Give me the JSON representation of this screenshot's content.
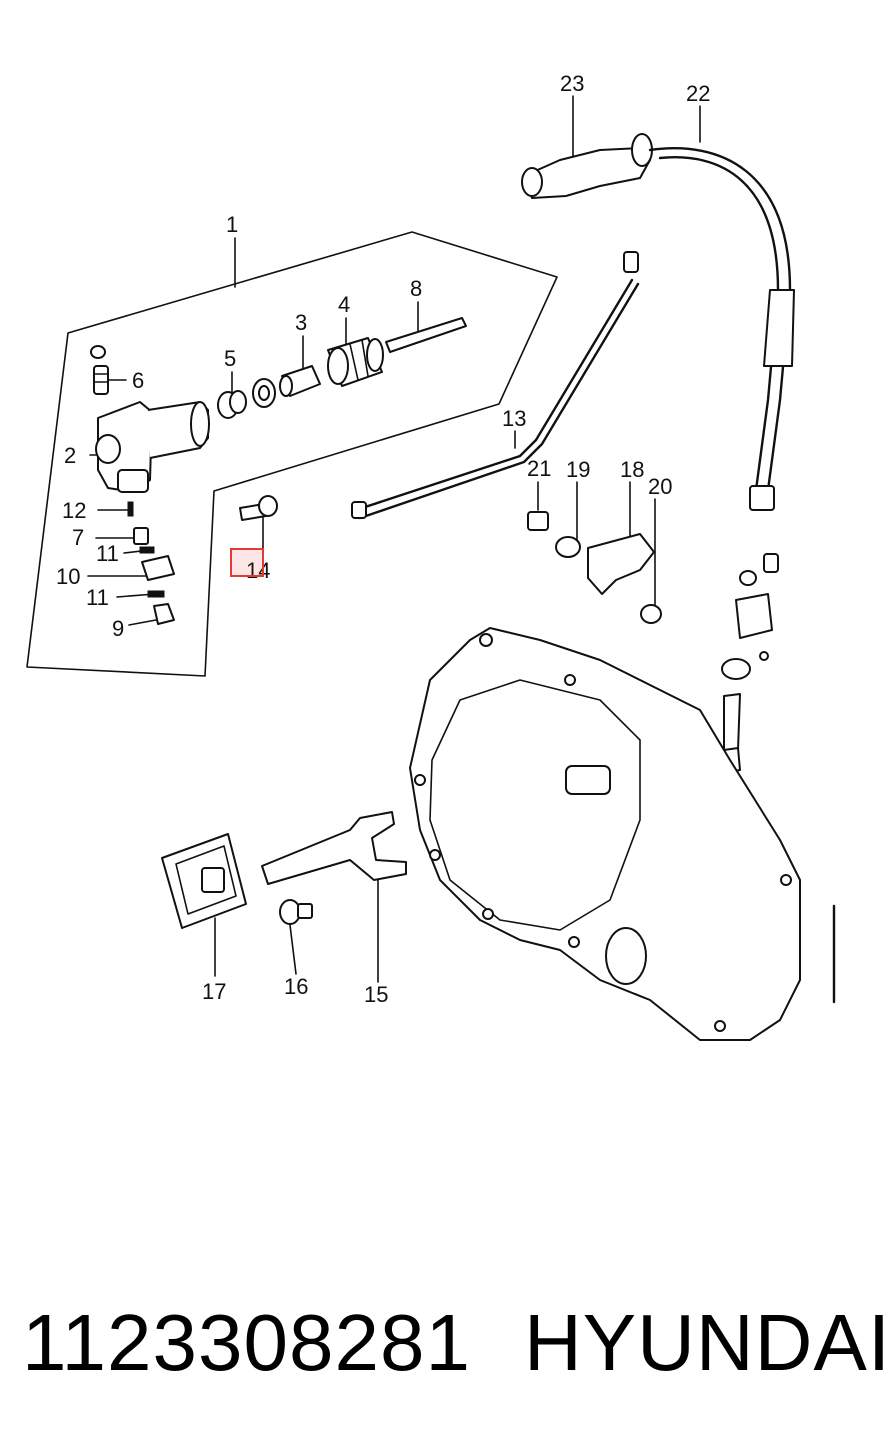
{
  "callouts": {
    "c1": "1",
    "c2": "2",
    "c3": "3",
    "c4": "4",
    "c5": "5",
    "c6": "6",
    "c7": "7",
    "c8": "8",
    "c9": "9",
    "c10": "10",
    "c11a": "11",
    "c11b": "11",
    "c12": "12",
    "c13": "13",
    "c14": "14",
    "c15": "15",
    "c16": "16",
    "c17": "17",
    "c18": "18",
    "c19": "19",
    "c20": "20",
    "c21": "21",
    "c22": "22",
    "c23": "23"
  },
  "highlight": {
    "target": "14",
    "color": "#e53935"
  },
  "footer": {
    "part_number": "1123308281",
    "brand": "HYUNDAI"
  }
}
